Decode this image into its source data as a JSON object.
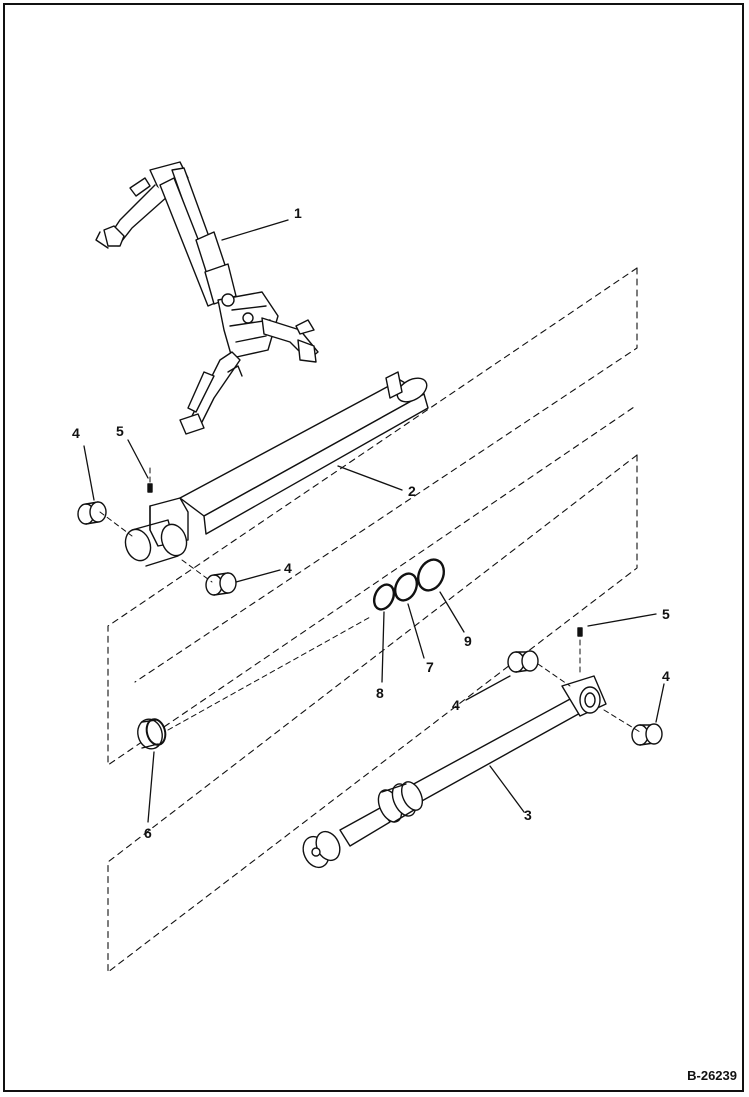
{
  "callouts": {
    "c1": "1",
    "c2": "2",
    "c3": "3",
    "c4a": "4",
    "c4b": "4",
    "c4c": "4",
    "c4d": "4",
    "c5a": "5",
    "c5b": "5",
    "c6": "6",
    "c7": "7",
    "c8": "8",
    "c9": "9"
  },
  "reference_number": "B-26239",
  "parts": [
    {
      "item": "1",
      "name": "excavator-boom-assembly"
    },
    {
      "item": "2",
      "name": "cylinder-barrel"
    },
    {
      "item": "3",
      "name": "cylinder-rod-assembly"
    },
    {
      "item": "4",
      "name": "bushing"
    },
    {
      "item": "5",
      "name": "grease-fitting"
    },
    {
      "item": "6",
      "name": "gland-nut"
    },
    {
      "item": "7",
      "name": "seal-ring"
    },
    {
      "item": "8",
      "name": "seal-ring"
    },
    {
      "item": "9",
      "name": "o-ring"
    }
  ],
  "colors": {
    "line": "#111111",
    "background": "#ffffff"
  }
}
